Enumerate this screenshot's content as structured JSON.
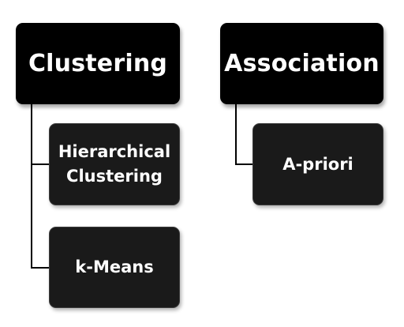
{
  "nodes": {
    "clustering": "Clustering",
    "hierarchical": "Hierarchical Clustering",
    "kmeans": "k-Means",
    "association": "Association",
    "apriori": "A-priori"
  },
  "colors": {
    "top_box": "#000000",
    "child_box": "#1a1a1a",
    "text": "#ffffff",
    "connector": "#000000",
    "background": "#ffffff"
  }
}
